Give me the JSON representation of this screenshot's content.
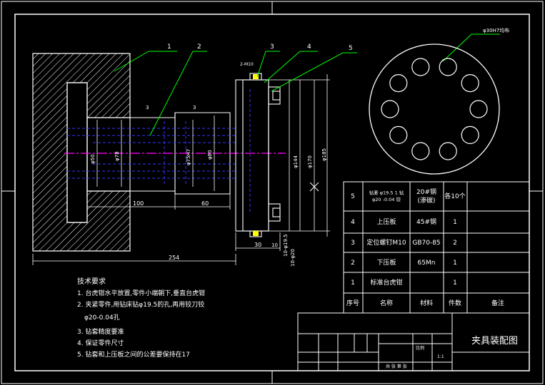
{
  "colors": {
    "background": "#000000",
    "frame": "#ffffff",
    "leader": "#00ff00",
    "hidden": "#3333ff",
    "center": "#ff00ff",
    "accent": "#ffff00"
  },
  "balloons": [
    "1",
    "2",
    "3",
    "4",
    "5"
  ],
  "dims": {
    "d_100": "100",
    "d_60": "60",
    "d_254": "254",
    "d_30": "30",
    "d_10": "10",
    "d_3a": "3",
    "d_3b": "3",
    "d_dia50": "φ50",
    "d_dia78": "φ78",
    "d_dia75": "φ75H7",
    "d_dia80": "φ80",
    "d_dia144": "φ144",
    "d_dia170": "φ170",
    "d_dia185": "φ185",
    "d_10_195": "10-φ19.5",
    "d_10_20": "10-φ20",
    "d_2m10": "2-M10",
    "hole_note": "φ30H7均布"
  },
  "tech": {
    "title": "技术要求",
    "items": [
      "1. 台虎钳水平放置,零件小端朝下,垂直台虎钳",
      "2. 夹紧零件,用钻床钻φ19.5的孔,再用铰刀铰",
      "φ20-0.04孔",
      "3. 钻套精度要准",
      "4. 保证零件尺寸",
      "5. 钻套和上压板之间的公差要保持在17"
    ]
  },
  "bom": {
    "rows": [
      {
        "no": "5",
        "name": "钻套 φ19.5 1 钻\nφ20 -0.04 铰",
        "material": "20#钢\n(渗碳)",
        "qty": "各10个",
        "remark": ""
      },
      {
        "no": "4",
        "name": "上压板",
        "material": "45#钢",
        "qty": "1",
        "remark": ""
      },
      {
        "no": "3",
        "name": "定位螺钉M10",
        "material": "GB70-85",
        "qty": "2",
        "remark": ""
      },
      {
        "no": "2",
        "name": "下压板",
        "material": "65Mn",
        "qty": "1",
        "remark": ""
      },
      {
        "no": "1",
        "name": "标准台虎钳",
        "material": "",
        "qty": "1",
        "remark": ""
      }
    ],
    "header": {
      "no": "序号",
      "name": "名称",
      "material": "材料",
      "qty": "件数",
      "remark": "备注"
    }
  },
  "title_block": {
    "title": "夹具装配图",
    "scale_label": "比例",
    "scale": "1:1",
    "sheet_label": "共 张 第 张"
  }
}
